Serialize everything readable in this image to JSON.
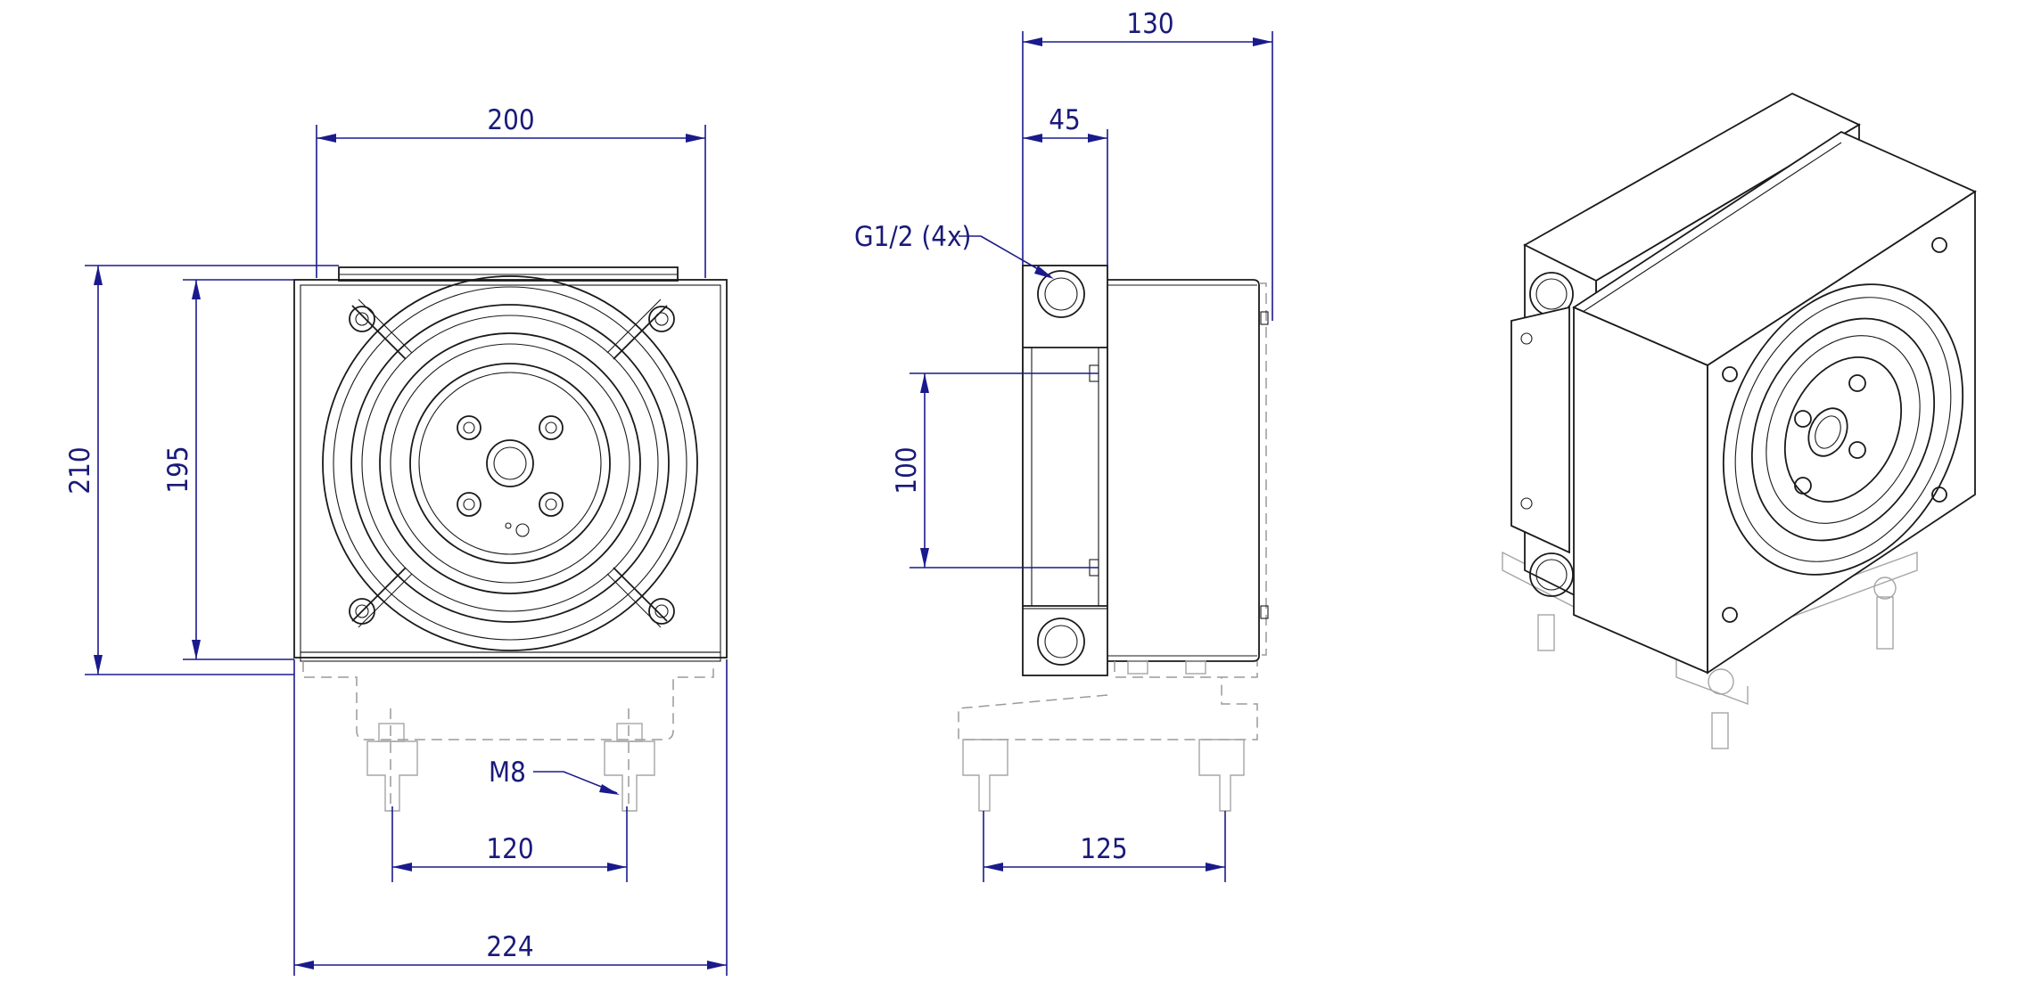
{
  "dimensions": {
    "front_width_top": "200",
    "front_height_outer": "210",
    "front_height_inner": "195",
    "mount_spacing_front": "120",
    "front_width_bottom": "224",
    "side_depth_total": "130",
    "side_depth_block": "45",
    "side_mount_height": "100",
    "side_mount_spacing": "125"
  },
  "callouts": {
    "port_thread": "G1/2 (4x)",
    "bolt_thread": "M8"
  },
  "colors": {
    "dimension": "#1a1a8c",
    "part_outline": "#1a1a1a",
    "phantom": "#9a9a9a"
  }
}
